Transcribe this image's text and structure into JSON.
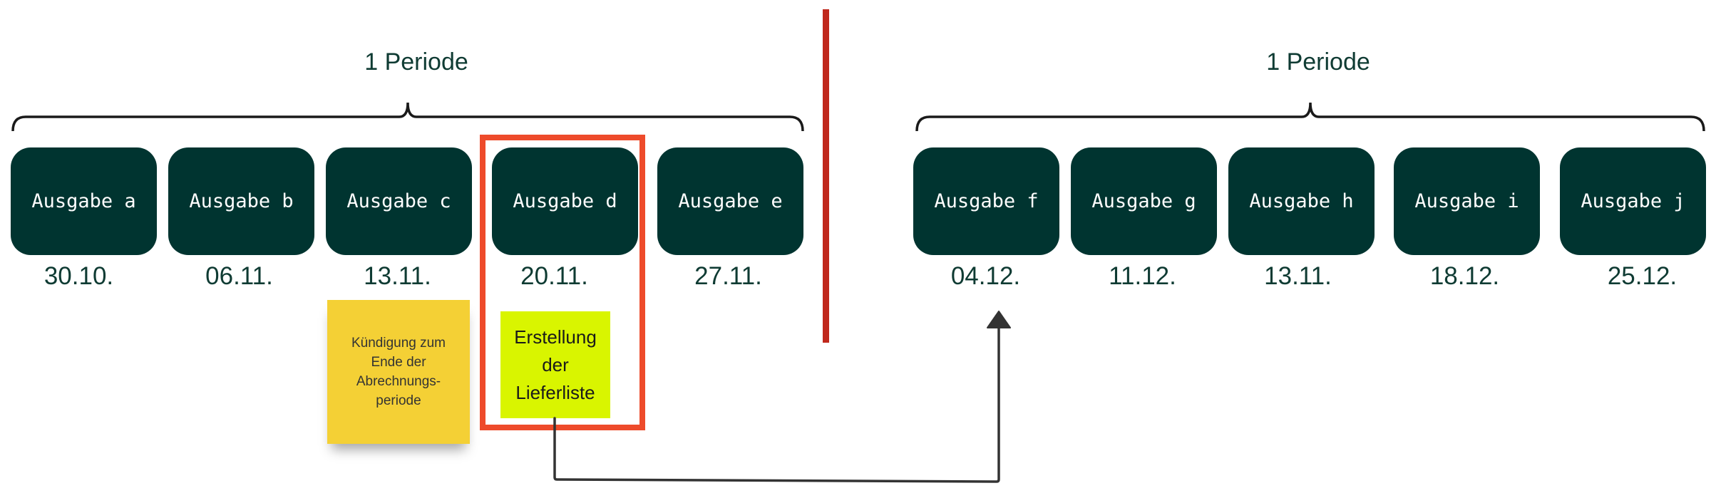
{
  "periods": [
    {
      "label": "1 Periode"
    },
    {
      "label": "1 Periode"
    }
  ],
  "issues": [
    {
      "label": "Ausgabe a",
      "date": "30.10."
    },
    {
      "label": "Ausgabe b",
      "date": "06.11."
    },
    {
      "label": "Ausgabe c",
      "date": "13.11."
    },
    {
      "label": "Ausgabe d",
      "date": "20.11."
    },
    {
      "label": "Ausgabe e",
      "date": "27.11."
    },
    {
      "label": "Ausgabe f",
      "date": "04.12."
    },
    {
      "label": "Ausgabe g",
      "date": "11.12."
    },
    {
      "label": "Ausgabe h",
      "date": "13.11."
    },
    {
      "label": "Ausgabe i",
      "date": "18.12."
    },
    {
      "label": "Ausgabe j",
      "date": "25.12."
    }
  ],
  "notes": {
    "cancellation": "Kündigung zum Ende der Abrechnungs-periode",
    "delivery_list": "Erstellung der Lieferliste"
  },
  "colors": {
    "box": "#003430",
    "text": "#0f3b33",
    "divider": "#c0281c",
    "highlight": "#ee4b2b",
    "sticky_yellow": "#f4d035",
    "sticky_green": "#d9f500"
  }
}
